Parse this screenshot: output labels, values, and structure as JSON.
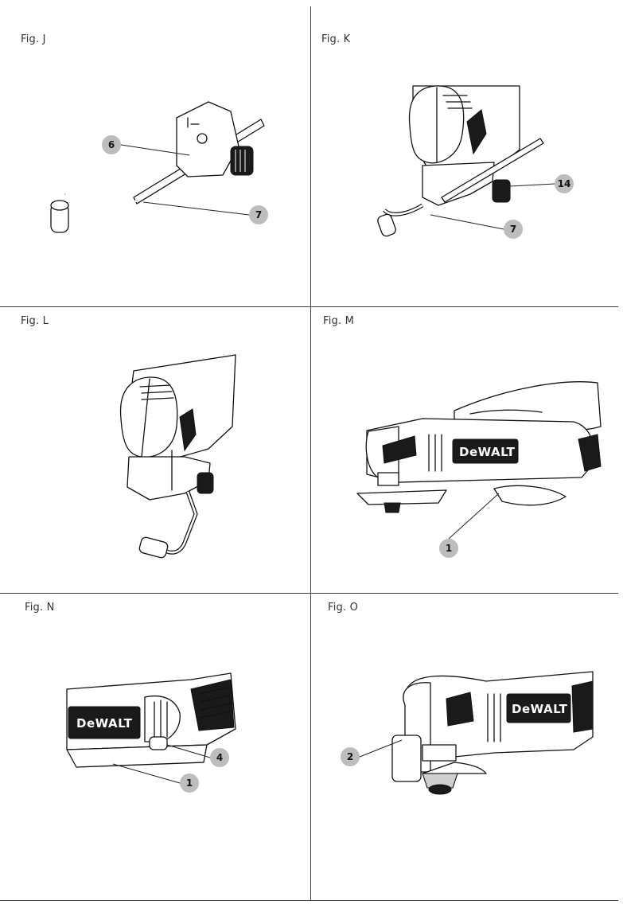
{
  "figures": [
    {
      "id": "J",
      "title": "Fig. J",
      "callouts": [
        "6",
        "7"
      ]
    },
    {
      "id": "K",
      "title": "Fig. K",
      "callouts": [
        "14",
        "7"
      ]
    },
    {
      "id": "L",
      "title": "Fig. L",
      "callouts": []
    },
    {
      "id": "M",
      "title": "Fig. M",
      "callouts": [
        "1"
      ]
    },
    {
      "id": "N",
      "title": "Fig. N",
      "callouts": [
        "4",
        "1"
      ]
    },
    {
      "id": "O",
      "title": "Fig. O",
      "callouts": [
        "2"
      ]
    }
  ],
  "brand_logo": "DeWALT",
  "colors": {
    "line": "#3a3a3a",
    "callout_bg": "#bdbdbd",
    "ink": "#111111"
  }
}
